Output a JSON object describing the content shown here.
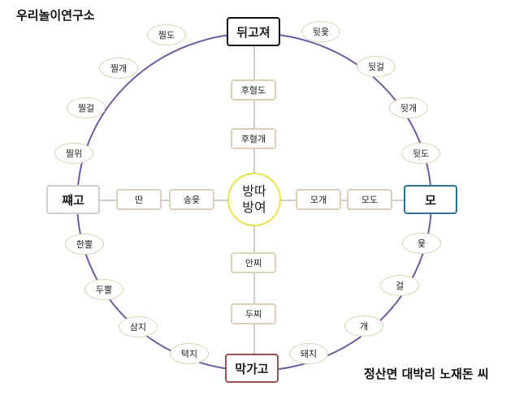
{
  "header": {
    "title": "우리놀이연구소"
  },
  "footer": {
    "credit": "정산면 대박리 노재돈 씨"
  },
  "diagram": {
    "center": {
      "line1": "방따",
      "line2": "방여"
    },
    "corners": {
      "top": "뒤고져",
      "right": "모",
      "bottom": "막가고",
      "left": "쨰고"
    },
    "outer": {
      "top_right": [
        "뒷윷",
        "뒷걸",
        "뒷개",
        "뒷도"
      ],
      "right_bottom": [
        "윷",
        "걸",
        "개",
        "돼지"
      ],
      "bottom_left": [
        "텩지",
        "삼지",
        "두뿔",
        "한뿔"
      ],
      "left_top": [
        "찔위",
        "찔걸",
        "찔개",
        "찔도"
      ]
    },
    "inner": {
      "top": [
        "후혈도",
        "후혈개"
      ],
      "right": [
        "모개",
        "모도"
      ],
      "bottom": [
        "안찌",
        "두찌"
      ],
      "left": [
        "딴",
        "송윷"
      ]
    }
  }
}
